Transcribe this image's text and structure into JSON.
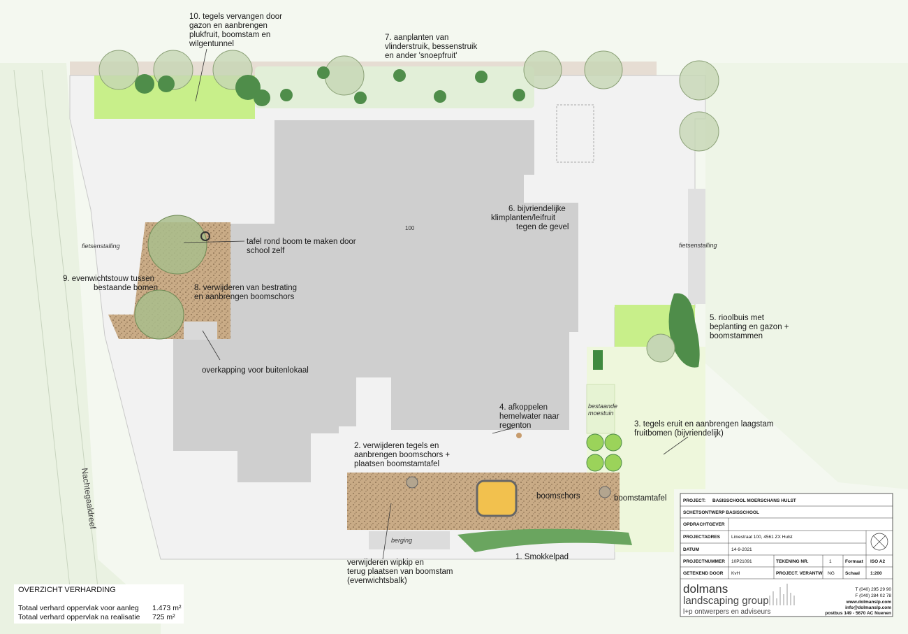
{
  "annotations": {
    "a10": [
      "10. tegels vervangen door",
      "gazon en aanbrengen",
      "plukfruit, boomstam en",
      "wilgentunnel"
    ],
    "a7": [
      "7. aanplanten van",
      "vlinderstruik, bessenstruik",
      "en ander 'snoepfruit'"
    ],
    "a6": [
      "6. bijvriendelijke",
      "klimplanten/leifruit",
      "tegen de gevel"
    ],
    "a5": [
      "5. rioolbuis met",
      "beplanting en gazon +",
      "boomstammen"
    ],
    "a9": [
      "9. evenwichtstouw tussen",
      "bestaande bomen"
    ],
    "a8": [
      "8. verwijderen van bestrating",
      "en aanbrengen boomschors"
    ],
    "tafel": [
      "tafel rond boom te maken door",
      "school zelf"
    ],
    "overkapping": "overkapping voor buitenlokaal",
    "a4": [
      "4. afkoppelen",
      "hemelwater naar",
      "regenton"
    ],
    "a3": [
      "3. tegels eruit en aanbrengen laagstam",
      "fruitbomen (bijvriendelijk)"
    ],
    "a2": [
      "2. verwijderen tegels en",
      "aanbrengen boomschors +",
      "plaatsen boomstamtafel"
    ],
    "wipkip": [
      "verwijderen wipkip en",
      "terug plaatsen van boomstam",
      "(evenwichtsbalk)"
    ],
    "a1": "1. Smokkelpad",
    "boomschors": "boomschors",
    "boomstamtafel": "boomstamtafel",
    "building_no": "100",
    "fiets_left": "fietsenstalling",
    "fiets_right": "fietsenstalling",
    "moestuin": [
      "bestaande",
      "moestuin"
    ],
    "berging": "berging",
    "street": "Nachtegaaldreef"
  },
  "summary": {
    "title": "OVERZICHT VERHARDING",
    "rows": [
      {
        "label": "Totaal verhard oppervlak voor aanleg",
        "value": "1.473 m²"
      },
      {
        "label": "Totaal verhard oppervlak na realisatie",
        "value": "725 m²"
      }
    ]
  },
  "title_block": {
    "project_label": "PROJECT:",
    "project_value": "BASISSCHOOL MOERSCHANS HULST",
    "subtitle": "SCHETSONTWERP BASISSCHOOL",
    "opdrachtgever_label": "OPDRACHTGEVER",
    "opdrachtgever_value": "",
    "projectadres_label": "PROJECTADRES",
    "projectadres_value": "Liniestraat 100, 4561 ZX Hulst",
    "datum_label": "DATUM",
    "datum_value": "14-9-2021",
    "projectnummer_label": "PROJECTNUMMER",
    "projectnummer_value": "10P21091",
    "tekening_label": "TEKENING NR.",
    "tekening_value": "1",
    "formaat_label": "Formaat",
    "formaat_value": "ISO A2",
    "getekend_label": "GETEKEND DOOR",
    "getekend_value": "KvH",
    "verantw_label": "PROJECT. VERANTW",
    "verantw_value": "NG",
    "schaal_label": "Schaal",
    "schaal_value": "1:200",
    "logo_line1": "dolmans",
    "logo_line2": "landscaping group",
    "logo_line3": "l+p ontwerpers en adviseurs",
    "tel": "T (040) 295 29 90",
    "fax": "F (040) 284 02 78",
    "web": "www.dolmanslp.com",
    "email": "info@dolmanslp.com",
    "postbus": "postbus 149 - 5670 AC Nuenen"
  },
  "colors": {
    "building": "#cfcfcf",
    "paving": "#f2f2f2",
    "lawn": "#c8ef8a",
    "light_green": "#eef7dc",
    "bark": "#c9ab86",
    "tree": "#b3c7a0",
    "shrub": "#4f8d4a",
    "hedge": "#6aa55f"
  }
}
